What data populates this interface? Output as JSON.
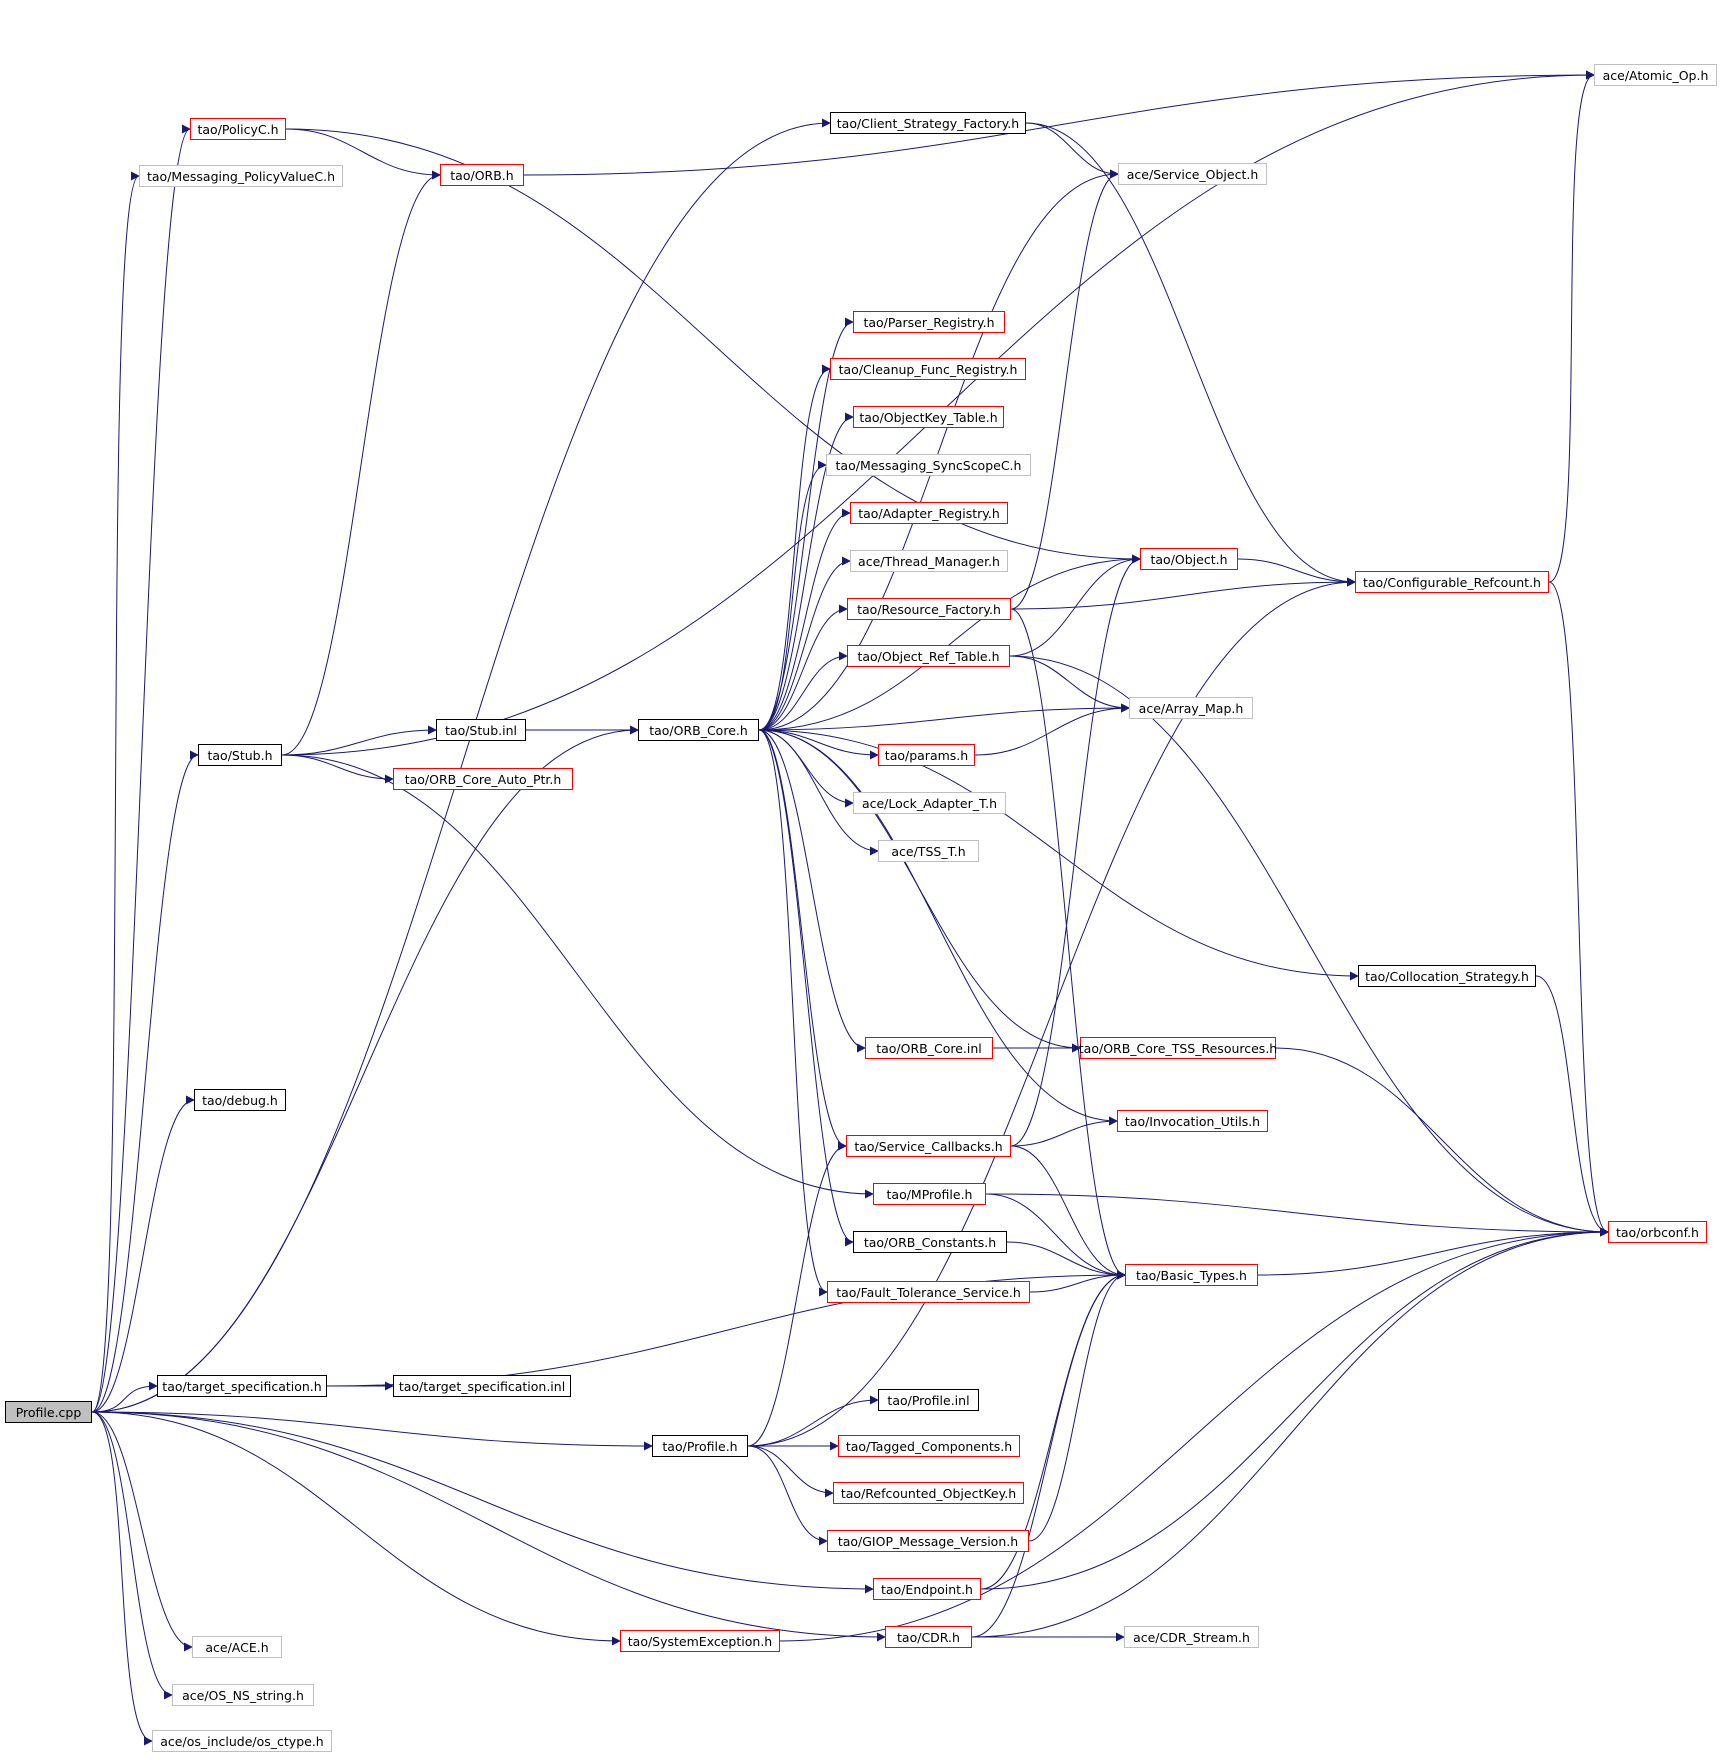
{
  "colors": {
    "edge": "#191970",
    "documented": "#000000",
    "incomplete": "#ff0000",
    "undocumented": "#bfbfbf",
    "root_fill": "#bfbfbf"
  },
  "nodes": [
    {
      "id": "profile_cpp",
      "label": "Profile.cpp",
      "style": "root"
    },
    {
      "id": "policyc_h",
      "label": "tao/PolicyC.h",
      "style": "red"
    },
    {
      "id": "messaging_policyvaluec_h",
      "label": "tao/Messaging_PolicyValueC.h",
      "style": "grey"
    },
    {
      "id": "orb_h",
      "label": "tao/ORB.h",
      "style": "red"
    },
    {
      "id": "client_strategy_factory_h",
      "label": "tao/Client_Strategy_Factory.h",
      "style": "black"
    },
    {
      "id": "atomic_op_h",
      "label": "ace/Atomic_Op.h",
      "style": "grey"
    },
    {
      "id": "service_object_h",
      "label": "ace/Service_Object.h",
      "style": "grey"
    },
    {
      "id": "parser_registry_h",
      "label": "tao/Parser_Registry.h",
      "style": "red"
    },
    {
      "id": "cleanup_func_registry_h",
      "label": "tao/Cleanup_Func_Registry.h",
      "style": "red"
    },
    {
      "id": "objectkey_table_h",
      "label": "tao/ObjectKey_Table.h",
      "style": "red"
    },
    {
      "id": "messaging_syncscopec_h",
      "label": "tao/Messaging_SyncScopeC.h",
      "style": "grey"
    },
    {
      "id": "adapter_registry_h",
      "label": "tao/Adapter_Registry.h",
      "style": "red"
    },
    {
      "id": "thread_manager_h",
      "label": "ace/Thread_Manager.h",
      "style": "grey"
    },
    {
      "id": "object_h",
      "label": "tao/Object.h",
      "style": "red"
    },
    {
      "id": "configurable_refcount_h",
      "label": "tao/Configurable_Refcount.h",
      "style": "red"
    },
    {
      "id": "resource_factory_h",
      "label": "tao/Resource_Factory.h",
      "style": "red"
    },
    {
      "id": "object_ref_table_h",
      "label": "tao/Object_Ref_Table.h",
      "style": "red"
    },
    {
      "id": "array_map_h",
      "label": "ace/Array_Map.h",
      "style": "grey"
    },
    {
      "id": "stub_h",
      "label": "tao/Stub.h",
      "style": "black"
    },
    {
      "id": "stub_inl",
      "label": "tao/Stub.inl",
      "style": "black"
    },
    {
      "id": "orb_core_h",
      "label": "tao/ORB_Core.h",
      "style": "black"
    },
    {
      "id": "params_h",
      "label": "tao/params.h",
      "style": "red"
    },
    {
      "id": "orb_core_auto_ptr_h",
      "label": "tao/ORB_Core_Auto_Ptr.h",
      "style": "red"
    },
    {
      "id": "lock_adapter_t_h",
      "label": "ace/Lock_Adapter_T.h",
      "style": "grey"
    },
    {
      "id": "tss_t_h",
      "label": "ace/TSS_T.h",
      "style": "grey"
    },
    {
      "id": "collocation_strategy_h",
      "label": "tao/Collocation_Strategy.h",
      "style": "black"
    },
    {
      "id": "debug_h",
      "label": "tao/debug.h",
      "style": "black"
    },
    {
      "id": "orb_core_inl",
      "label": "tao/ORB_Core.inl",
      "style": "red"
    },
    {
      "id": "orb_core_tss_resources_h",
      "label": "tao/ORB_Core_TSS_Resources.h",
      "style": "red"
    },
    {
      "id": "invocation_utils_h",
      "label": "tao/Invocation_Utils.h",
      "style": "red"
    },
    {
      "id": "service_callbacks_h",
      "label": "tao/Service_Callbacks.h",
      "style": "red"
    },
    {
      "id": "mprofile_h",
      "label": "tao/MProfile.h",
      "style": "red"
    },
    {
      "id": "orbconf_h",
      "label": "tao/orbconf.h",
      "style": "red"
    },
    {
      "id": "orb_constants_h",
      "label": "tao/ORB_Constants.h",
      "style": "black"
    },
    {
      "id": "basic_types_h",
      "label": "tao/Basic_Types.h",
      "style": "red"
    },
    {
      "id": "fault_tolerance_service_h",
      "label": "tao/Fault_Tolerance_Service.h",
      "style": "red"
    },
    {
      "id": "target_specification_h",
      "label": "tao/target_specification.h",
      "style": "black"
    },
    {
      "id": "target_specification_inl",
      "label": "tao/target_specification.inl",
      "style": "black"
    },
    {
      "id": "profile_inl",
      "label": "tao/Profile.inl",
      "style": "black"
    },
    {
      "id": "profile_h",
      "label": "tao/Profile.h",
      "style": "black"
    },
    {
      "id": "tagged_components_h",
      "label": "tao/Tagged_Components.h",
      "style": "red"
    },
    {
      "id": "refcounted_objectkey_h",
      "label": "tao/Refcounted_ObjectKey.h",
      "style": "red"
    },
    {
      "id": "giop_message_version_h",
      "label": "tao/GIOP_Message_Version.h",
      "style": "red"
    },
    {
      "id": "endpoint_h",
      "label": "tao/Endpoint.h",
      "style": "red"
    },
    {
      "id": "cdr_h",
      "label": "tao/CDR.h",
      "style": "red"
    },
    {
      "id": "cdr_stream_h",
      "label": "ace/CDR_Stream.h",
      "style": "grey"
    },
    {
      "id": "ace_h",
      "label": "ace/ACE.h",
      "style": "grey"
    },
    {
      "id": "systemexception_h",
      "label": "tao/SystemException.h",
      "style": "red"
    },
    {
      "id": "os_ns_string_h",
      "label": "ace/OS_NS_string.h",
      "style": "grey"
    },
    {
      "id": "os_ctype_h",
      "label": "ace/os_include/os_ctype.h",
      "style": "grey"
    }
  ]
}
